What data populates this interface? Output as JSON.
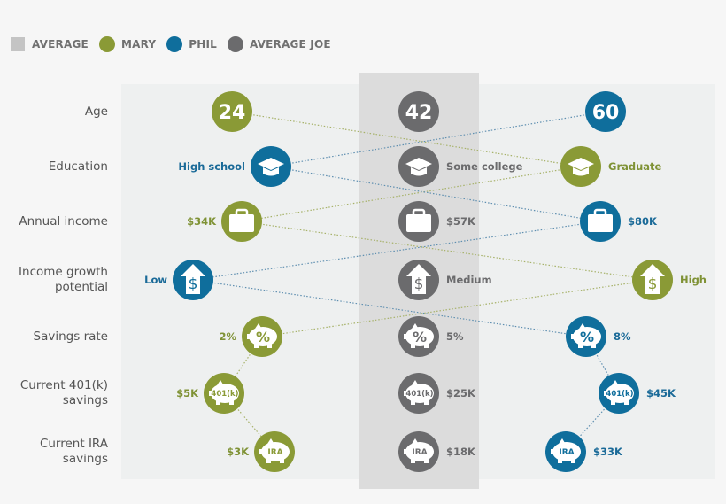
{
  "legend": [
    {
      "label": "AVERAGE",
      "color": "#c4c4c4",
      "shape": "square"
    },
    {
      "label": "MARY",
      "color": "#8a9a36",
      "shape": "circle"
    },
    {
      "label": "PHIL",
      "color": "#0f6e9c",
      "shape": "circle"
    },
    {
      "label": "AVERAGE JOE",
      "color": "#6b6b6d",
      "shape": "circle"
    }
  ],
  "colors": {
    "mary": "#8a9a36",
    "phil": "#0f6e9c",
    "joe": "#6b6b6d",
    "mary_text": "#7f9235",
    "phil_text": "#1a6a98",
    "joe_text": "#6b6b6d"
  },
  "rows": [
    {
      "label": "Age",
      "icon": "number",
      "mary": "24",
      "joe": "42",
      "phil": "60"
    },
    {
      "label": "Education",
      "icon": "graduation-cap",
      "mary": "Graduate",
      "joe": "Some college",
      "phil": "High school"
    },
    {
      "label": "Annual income",
      "icon": "briefcase",
      "mary": "$34K",
      "joe": "$57K",
      "phil": "$80K"
    },
    {
      "label": "Income growth potential",
      "icon": "dollar-up-arrow",
      "mary": "High",
      "joe": "Medium",
      "phil": "Low"
    },
    {
      "label": "Savings rate",
      "icon": "piggy-bank",
      "icon_text": "%",
      "mary": "2%",
      "joe": "5%",
      "phil": "8%"
    },
    {
      "label": "Current 401(k) savings",
      "icon": "piggy-bank",
      "icon_text": "401(k)",
      "mary": "$5K",
      "joe": "$25K",
      "phil": "$45K"
    },
    {
      "label": "Current IRA savings",
      "icon": "piggy-bank",
      "icon_text": "IRA",
      "mary": "$3K",
      "joe": "$18K",
      "phil": "$33K"
    }
  ]
}
